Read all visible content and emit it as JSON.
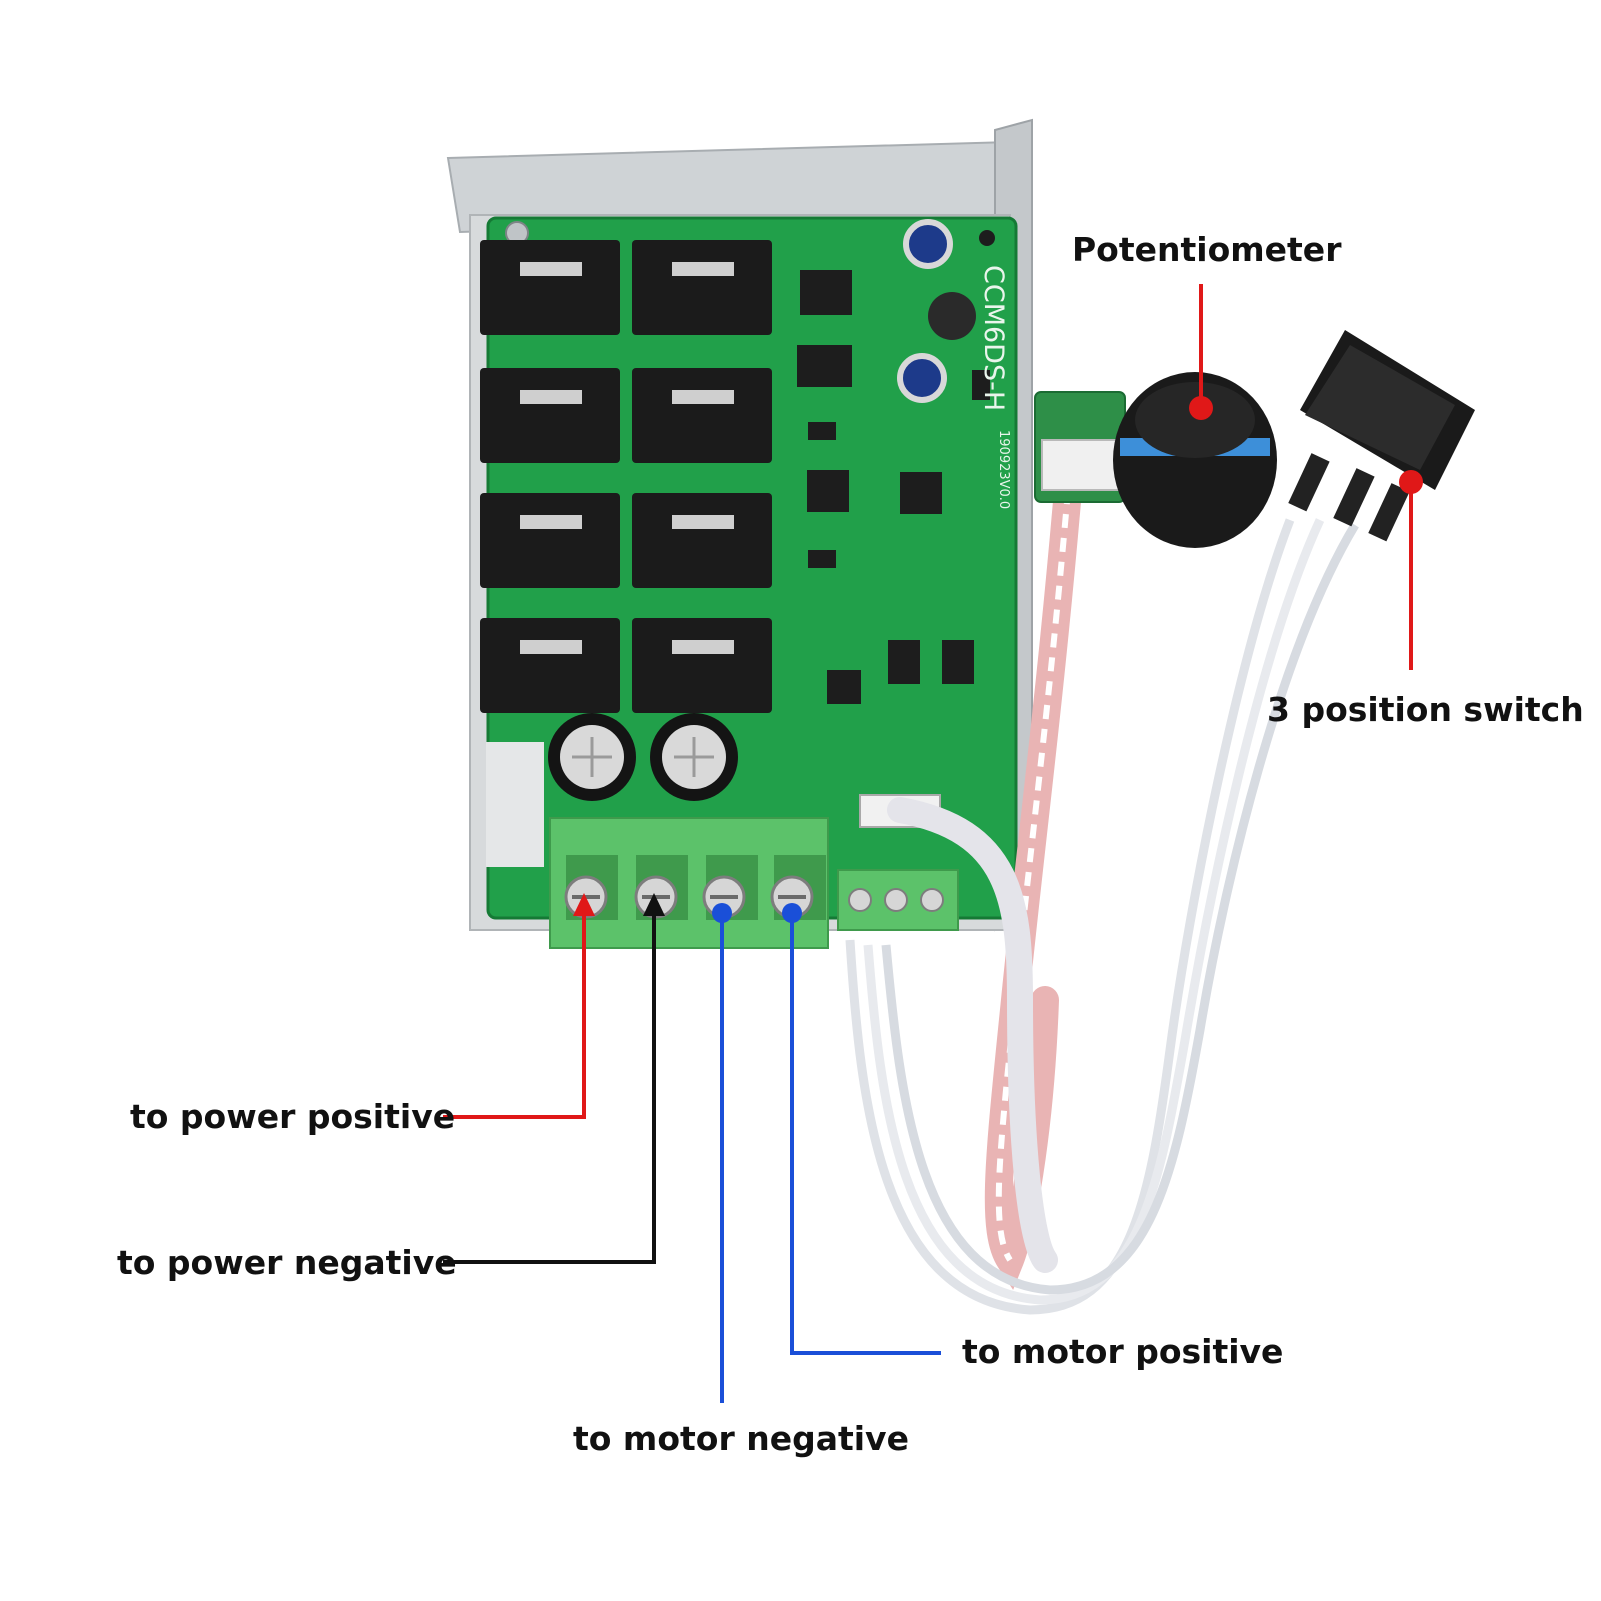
{
  "callouts": {
    "potentiometer": "Potentiometer",
    "switch": "3 position switch",
    "power_positive": "to power positive",
    "power_negative": "to power negative",
    "motor_positive": "to motor positive",
    "motor_negative": "to motor negative"
  },
  "board": {
    "model_text": "CCM6DS-H",
    "version_text": "190923V0.0"
  },
  "colors": {
    "power_positive": "#e01818",
    "power_negative": "#111111",
    "motor": "#1a4fd8",
    "potentiometer_marker": "#e01818",
    "switch_marker": "#e01818",
    "pcb": "#21a04a",
    "terminal": "#5cc26a"
  },
  "icons": {
    "potentiometer": "rotary-knob-icon",
    "switch": "rocker-switch-icon",
    "terminal": "screw-terminal-icon"
  }
}
